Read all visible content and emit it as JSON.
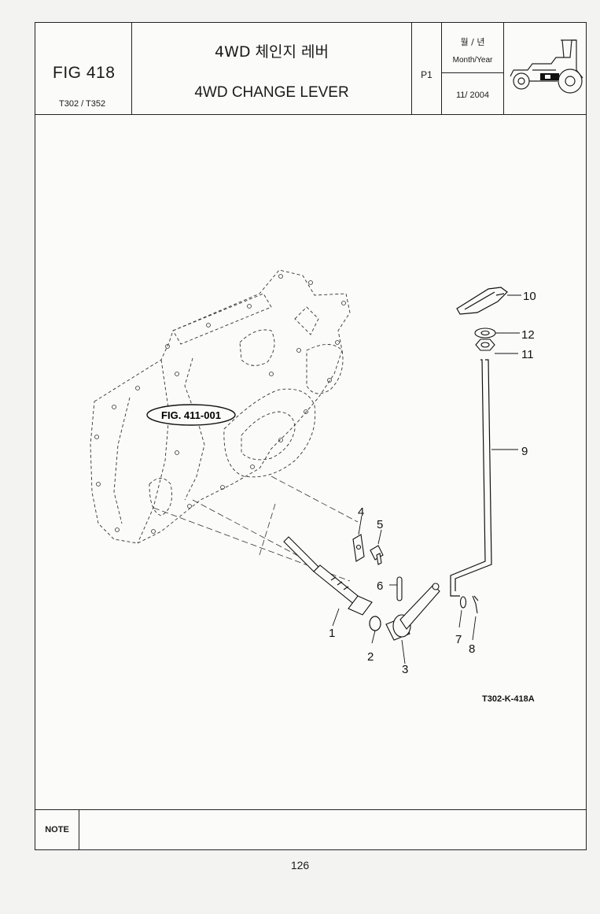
{
  "header": {
    "fig_number": "FIG 418",
    "models": "T302 / T352",
    "title_korean": "4WD 체인지 레버",
    "title_english": "4WD CHANGE LEVER",
    "page_code": "P1",
    "month_year_korean": "월 / 년",
    "month_year_english": "Month/Year",
    "date": "11/ 2004",
    "tractor_icon": "tractor-icon"
  },
  "drawing": {
    "reference_label": "FIG. 411-001",
    "drawing_code": "T302-K-418A",
    "callouts": [
      "1",
      "2",
      "3",
      "4",
      "5",
      "6",
      "7",
      "8",
      "9",
      "10",
      "11",
      "12"
    ]
  },
  "footer": {
    "note_label": "NOTE",
    "note_text": "",
    "page_number": "126"
  }
}
